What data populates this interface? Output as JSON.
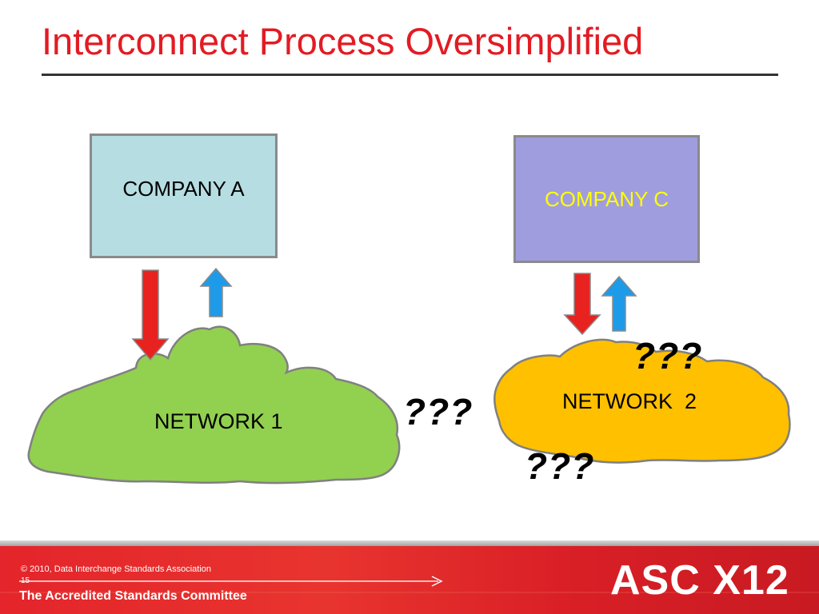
{
  "slide": {
    "title": "Interconnect Process Oversimplified",
    "slide_number": "15"
  },
  "diagram": {
    "company_a": {
      "label": "COMPANY A",
      "fill": "#b6dde2"
    },
    "company_c": {
      "label": "COMPANY C",
      "fill": "#a09ddf",
      "text_color": "#ffff00"
    },
    "network_1": {
      "label": "NETWORK 1",
      "fill": "#92d050"
    },
    "network_2": {
      "label": "NETWORK  2",
      "fill": "#ffc000"
    },
    "unknown_marks": [
      "???",
      "???",
      "???"
    ],
    "arrow_down_color": "#e8221f",
    "arrow_up_color": "#1e9be8"
  },
  "footer": {
    "copyright": "© 2010, Data Interchange Standards Association",
    "committee": "The Accredited Standards Committee",
    "logo_text": "ASC X12",
    "bar_color": "#e4252b"
  }
}
